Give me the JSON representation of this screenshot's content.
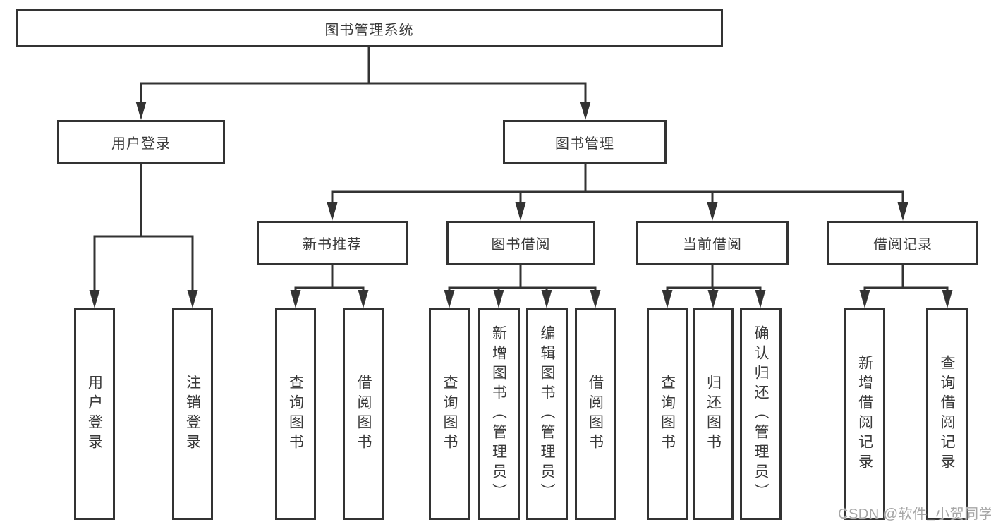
{
  "diagram": {
    "title": "图书管理系统",
    "type": "functional-structure-tree"
  },
  "tree": {
    "root": "图书管理系统",
    "level2": [
      {
        "label": "用户登录",
        "leaves": [
          "用户登录",
          "注销登录"
        ]
      },
      {
        "label": "图书管理",
        "groups": [
          {
            "label": "新书推荐",
            "leaves": [
              "查询图书",
              "借阅图书"
            ]
          },
          {
            "label": "图书借阅",
            "leaves": [
              "查询图书",
              "新增图书（管理员）",
              "编辑图书（管理员）",
              "借阅图书"
            ]
          },
          {
            "label": "当前借阅",
            "leaves": [
              "查询图书",
              "归还图书",
              "确认归还（管理员）"
            ]
          },
          {
            "label": "借阅记录",
            "leaves": [
              "新增借阅记录",
              "查询借阅记录"
            ]
          }
        ]
      }
    ]
  },
  "watermark": "CSDN @软件_小贺同学",
  "colors": {
    "line": "#333333",
    "text": "#3a3a3a",
    "background": "#ffffff",
    "watermark": "#a6a6a6"
  }
}
